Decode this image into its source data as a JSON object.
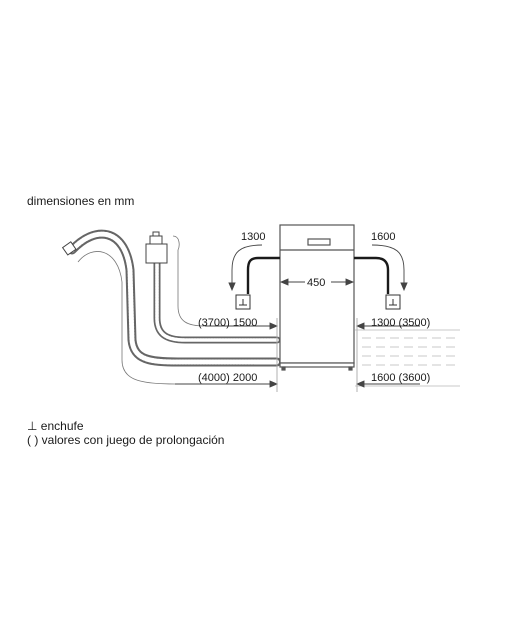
{
  "title": "dimensiones en mm",
  "dimensions": {
    "left_drain_height": "1300",
    "right_drain_height": "1600",
    "width": "450",
    "left_hose_upper": "(3700) 1500",
    "left_hose_lower": "(4000) 2000",
    "right_hose_upper": "1300 (3500)",
    "right_hose_lower": "1600 (3600)"
  },
  "legend": {
    "plug_symbol": "⊥",
    "plug_label": "enchufe",
    "extension_label": "( ) valores con juego de prolongación"
  }
}
